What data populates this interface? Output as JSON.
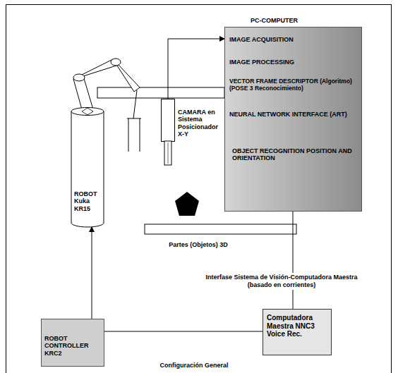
{
  "diagram": {
    "nodes": [
      {
        "text": [
          "PC-COMPUTER",
          "IMAGE ACQUISITION",
          "IMAGE PROCESSING",
          "VECTOR FRAME DESCRIPTOR (Algoritmo) (POSE 3 Reconocimiento)",
          "NEURAL NETWORK INTERFACE (ART)",
          "OBJECT RECOGNITION POSITION AND ORIENTATION"
        ]
      },
      {
        "text": [
          "CAMARA en Sistema Posicionador X-Y"
        ]
      },
      {
        "text": [
          "ROBOT Kuka KR15"
        ]
      },
      {
        "text": [
          "ROBOT CONTROLLER KRC2"
        ]
      },
      {
        "text": [
          "Computadora Maestra NNC3 Voice Rec."
        ]
      }
    ],
    "edges": [
      {
        "from": 1,
        "to": 0,
        "arrow": "to"
      },
      {
        "from": 0,
        "to": 4,
        "arrow": "none"
      },
      {
        "from": 3,
        "to": 4,
        "arrow": "none"
      },
      {
        "from": 3,
        "to": 2,
        "arrow": "to"
      }
    ],
    "labels": [
      "Partes (Objetos) 3D",
      "Interfase Sistema de Visión-Computadora Maestra (basado en corrientes)",
      "Configuración General"
    ]
  }
}
